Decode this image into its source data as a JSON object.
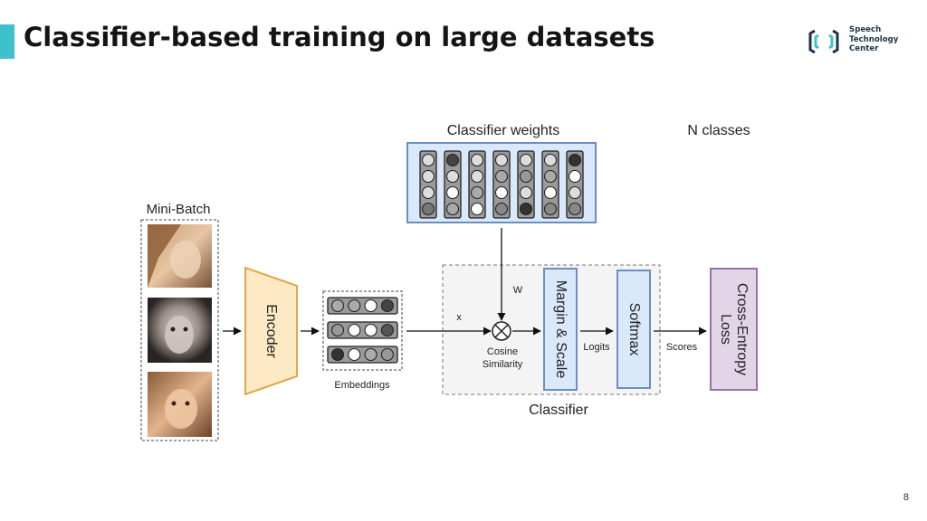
{
  "slide": {
    "title": "Classifier-based training on large datasets",
    "page_number": "8",
    "accent_color": "#3fc1c9"
  },
  "logo": {
    "icon": "speech-technology-center-logo-icon",
    "lines": [
      "Speech",
      "Technology",
      "Center"
    ],
    "color": "#1d3347"
  },
  "diagram": {
    "classifier_weights_label": "Classifier weights",
    "n_classes_label": "N classes",
    "mini_batch_label": "Mini-Batch",
    "encoder_label": "Encoder",
    "embeddings_label": "Embeddings",
    "x_label": "x",
    "w_label": "W",
    "cosine_line1": "Cosine",
    "cosine_line2": "Similarity",
    "margin_scale_label": "Margin & Scale",
    "logits_label": "Logits",
    "softmax_label": "Softmax",
    "scores_label": "Scores",
    "loss_line1": "Cross-Entropy",
    "loss_line2": "Loss",
    "classifier_label": "Classifier",
    "colors": {
      "encoder_fill": "#fde9c4",
      "encoder_stroke": "#e0a84a",
      "weights_fill": "#dae8fc",
      "weights_stroke": "#6c8ebf",
      "loss_fill": "#e1d5e7",
      "loss_stroke": "#9673a6"
    },
    "weight_columns": [
      [
        "#dddddd",
        "#dddddd",
        "#dddddd",
        "#777777"
      ],
      [
        "#444444",
        "#dddddd",
        "#ffffff",
        "#aaaaaa"
      ],
      [
        "#dddddd",
        "#dddddd",
        "#aaaaaa",
        "#ffffff"
      ],
      [
        "#dddddd",
        "#aaaaaa",
        "#ffffff",
        "#888888"
      ],
      [
        "#dddddd",
        "#999999",
        "#dddddd",
        "#333333"
      ],
      [
        "#dddddd",
        "#aaaaaa",
        "#ffffff",
        "#888888"
      ],
      [
        "#333333",
        "#ffffff",
        "#dddddd",
        "#888888"
      ]
    ],
    "embedding_rows": [
      [
        "#aaaaaa",
        "#aaaaaa",
        "#ffffff",
        "#444444"
      ],
      [
        "#999999",
        "#ffffff",
        "#ffffff",
        "#555555"
      ],
      [
        "#333333",
        "#ffffff",
        "#aaaaaa",
        "#999999"
      ]
    ]
  }
}
